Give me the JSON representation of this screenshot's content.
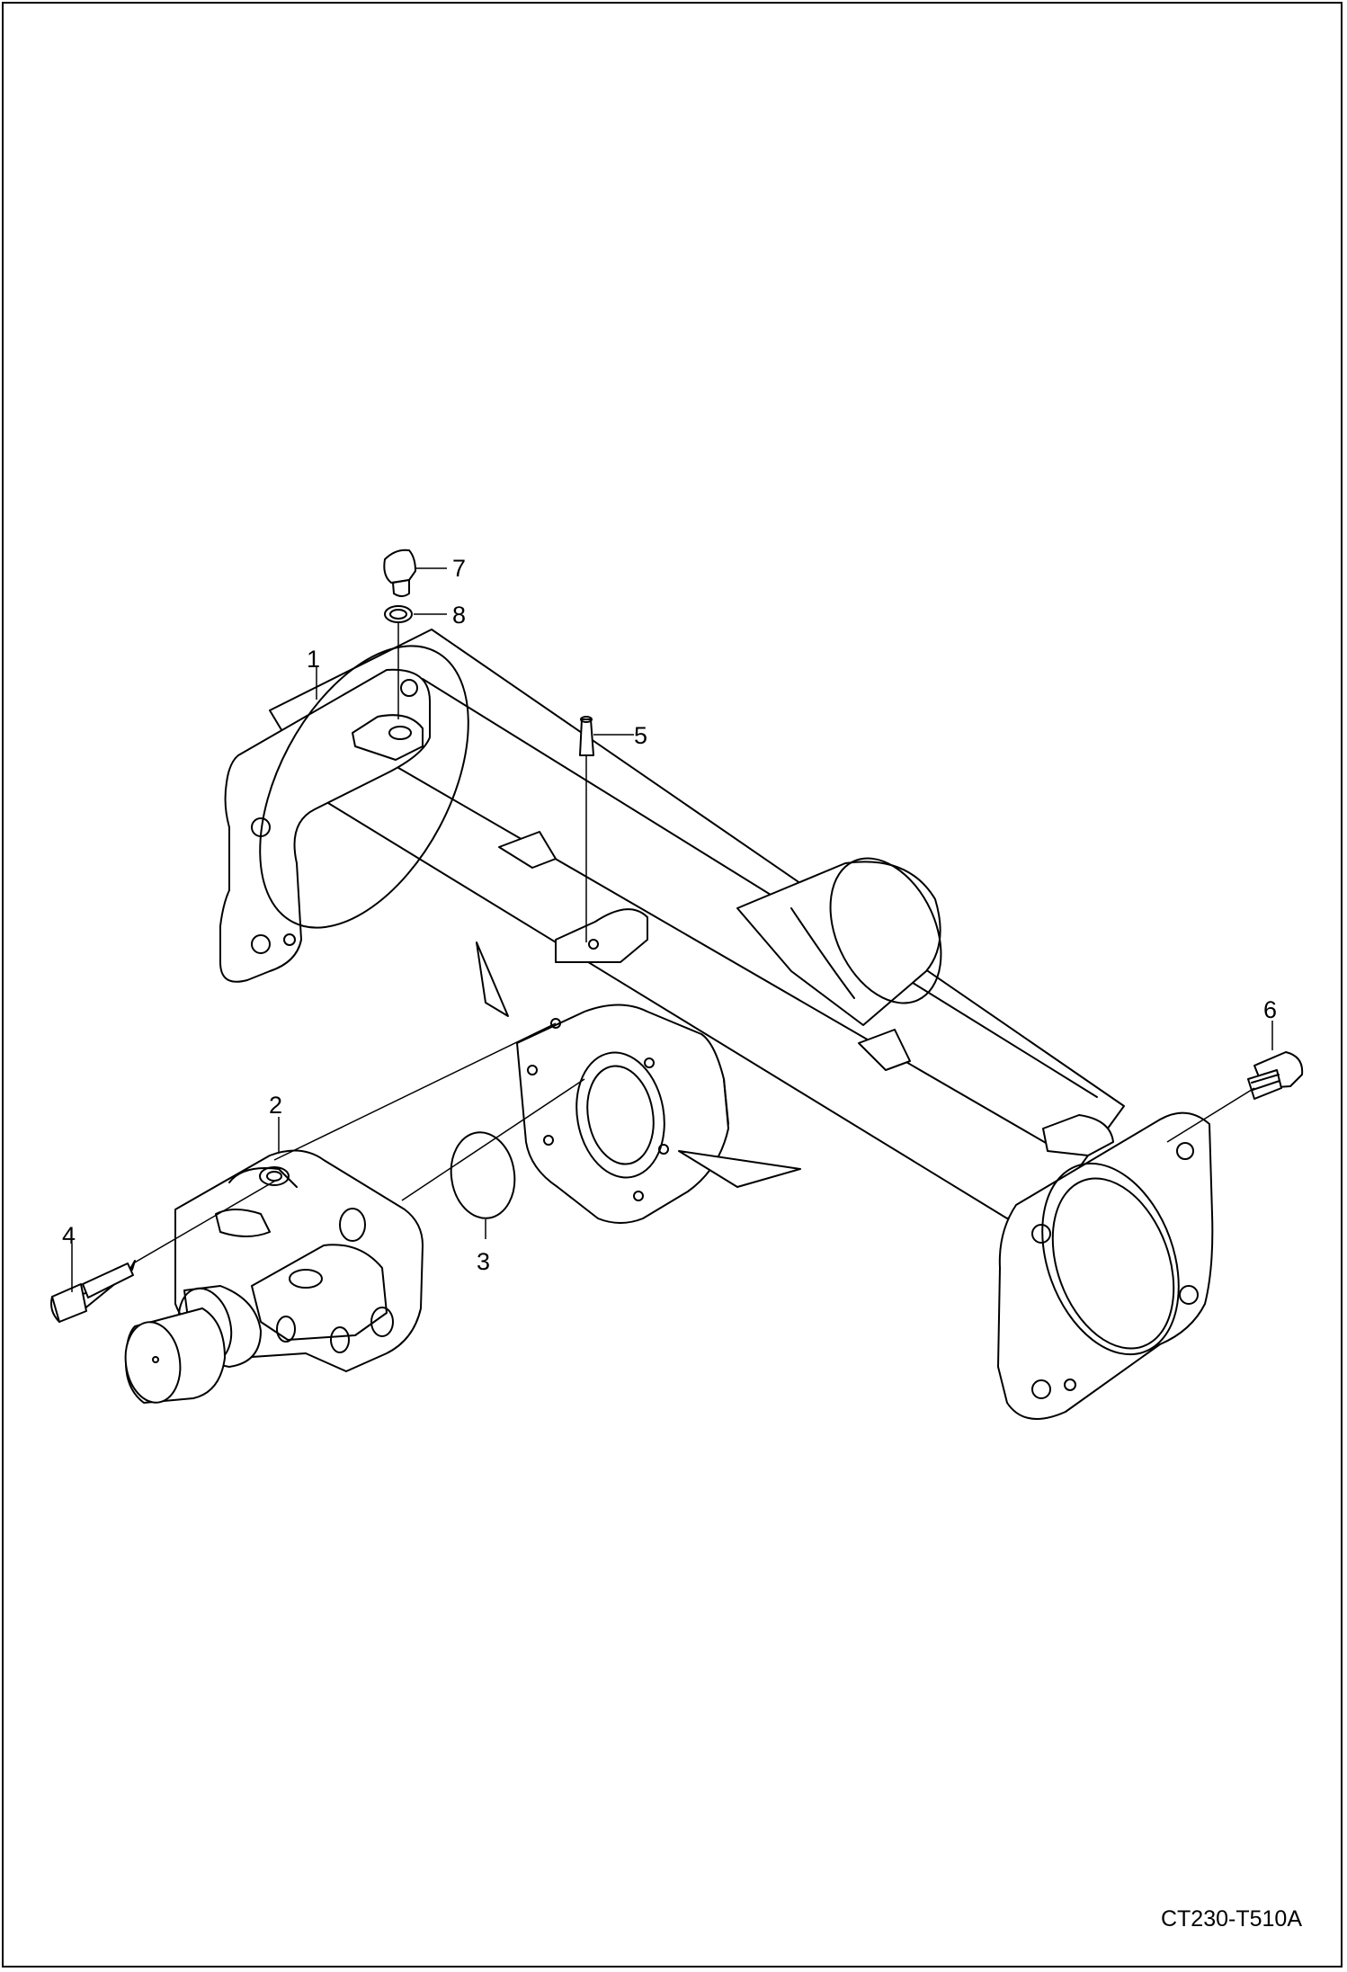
{
  "drawing": {
    "reference": "CT230-T510A"
  },
  "callouts": [
    {
      "id": "1",
      "label": "1"
    },
    {
      "id": "2",
      "label": "2"
    },
    {
      "id": "3",
      "label": "3"
    },
    {
      "id": "4",
      "label": "4"
    },
    {
      "id": "5",
      "label": "5"
    },
    {
      "id": "6",
      "label": "6"
    },
    {
      "id": "7",
      "label": "7"
    },
    {
      "id": "8",
      "label": "8"
    }
  ]
}
